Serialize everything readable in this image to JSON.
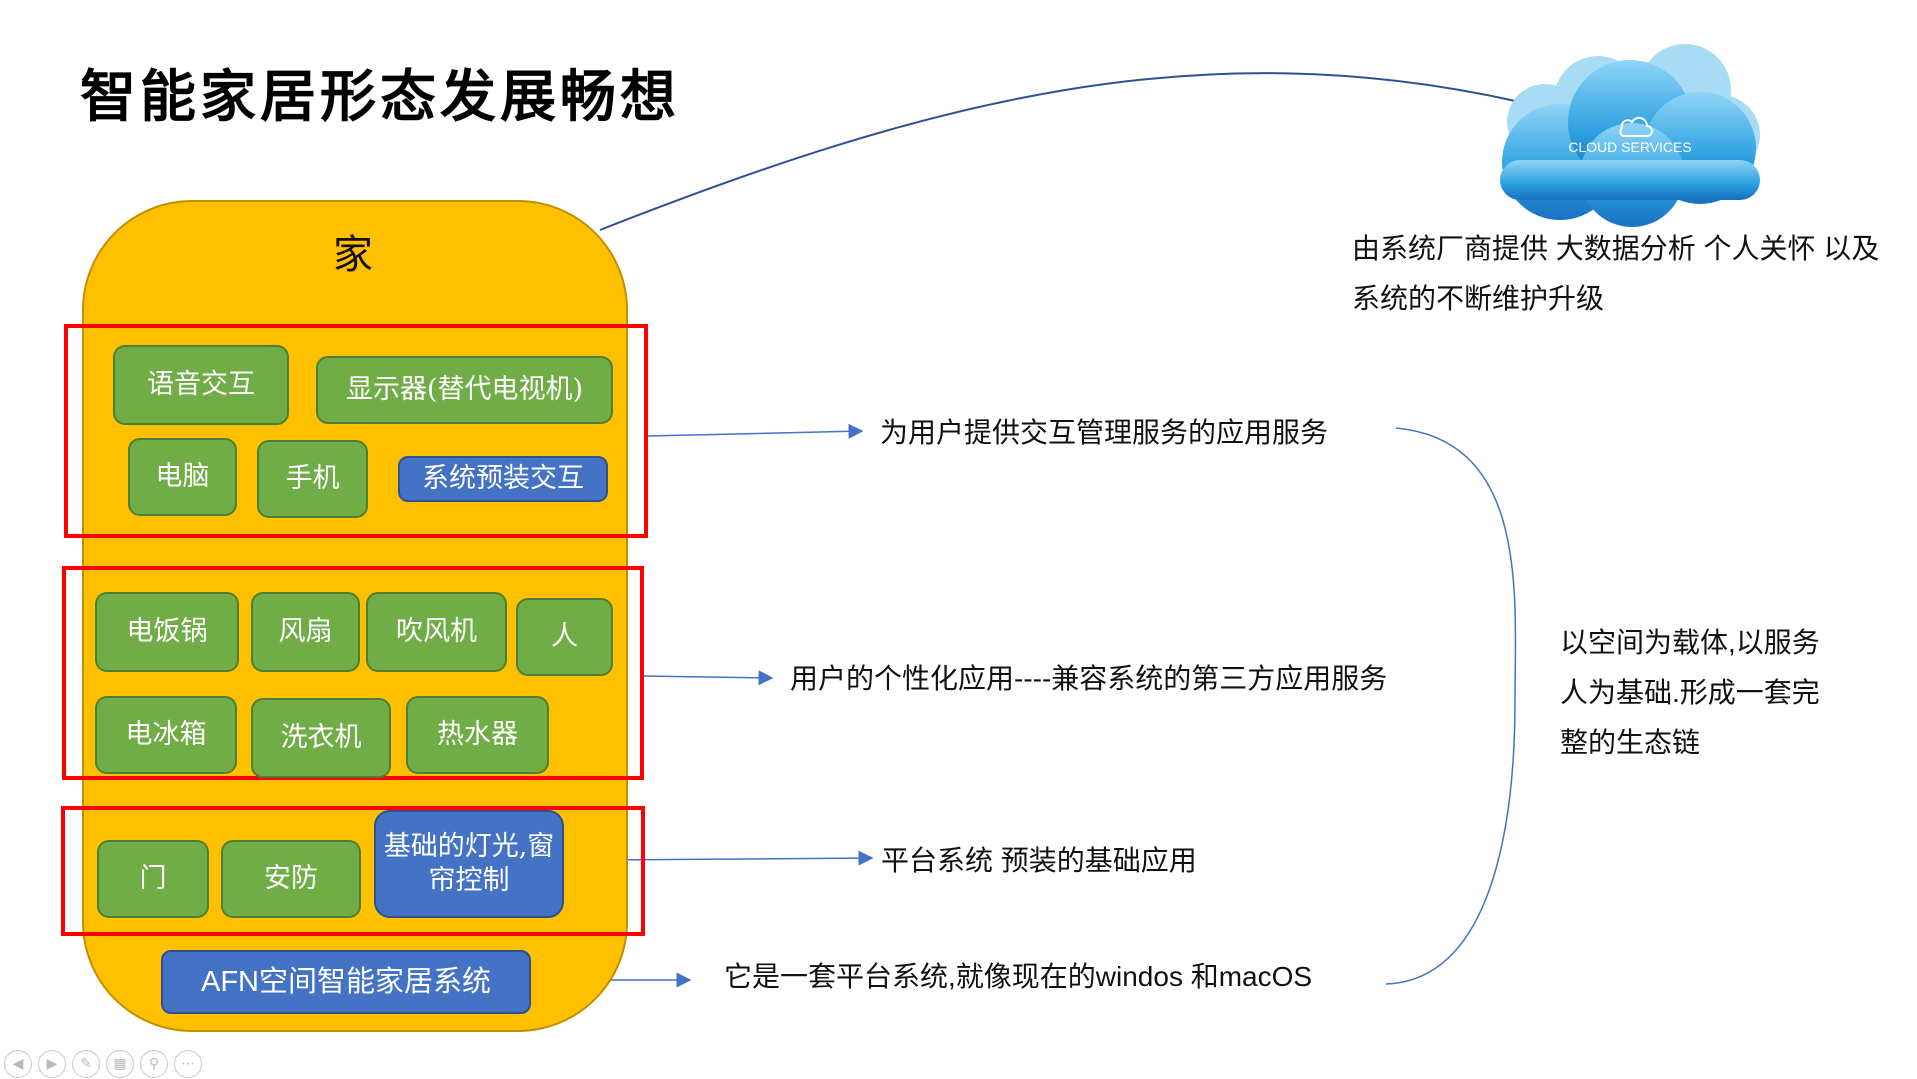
{
  "title": "智能家居形态发展畅想",
  "house_label": "家",
  "cloud": {
    "label": "CLOUD SERVICES",
    "icon": "cloud-icon",
    "color": "#2a9fe0"
  },
  "cloud_description": [
    "由系统厂商提供 大数据分析 个人关怀 以及",
    "系统的不断维护升级"
  ],
  "layer1": {
    "items": [
      "语音交互",
      "显示器(替代电视机)",
      "电脑",
      "手机"
    ],
    "preinstalled": "系统预装交互",
    "description": "为用户提供交互管理服务的应用服务"
  },
  "layer2": {
    "items": [
      "电饭锅",
      "风扇",
      "吹风机",
      "人",
      "电冰箱",
      "洗衣机",
      "热水器"
    ],
    "description": "用户的个性化应用----兼容系统的第三方应用服务"
  },
  "layer3": {
    "items": [
      "门",
      "安防"
    ],
    "preinstalled": "基础的灯光,窗帘控制",
    "description": "平台系统 预装的基础应用"
  },
  "platform": {
    "label": "AFN空间智能家居系统",
    "description": "它是一套平台系统,就像现在的windos 和macOS"
  },
  "ecosystem": [
    "以空间为载体,以服务",
    "人为基础.形成一套完",
    "整的生态链"
  ],
  "colors": {
    "house": "#ffc000",
    "green": "#70ad47",
    "blue": "#4472c4",
    "red": "#ff0000",
    "arrow": "#4472c4"
  },
  "toolbar_icons": [
    "prev-icon",
    "next-icon",
    "pen-icon",
    "slides-icon",
    "zoom-icon",
    "more-icon"
  ]
}
